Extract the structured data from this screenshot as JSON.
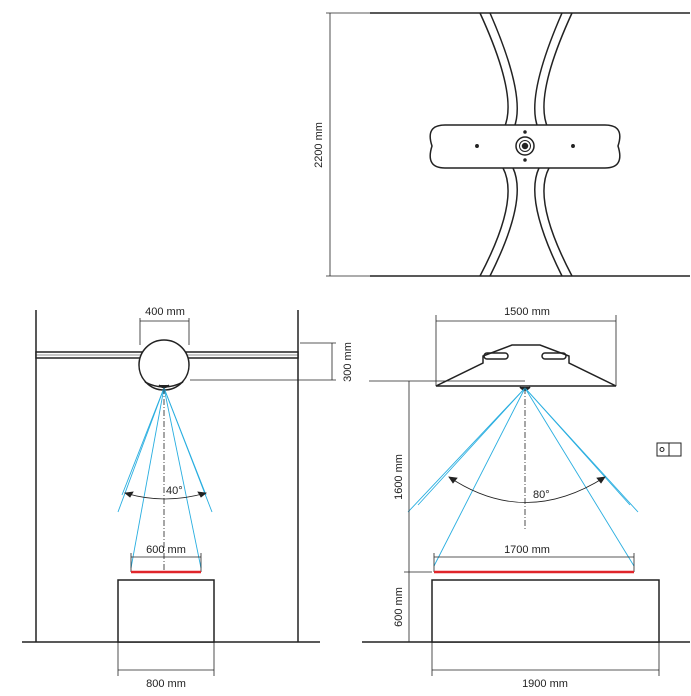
{
  "top_view": {
    "height_label": "2200 mm"
  },
  "front_view": {
    "width_label": "400 mm",
    "depth_label": "300 mm",
    "angle_label": "40°",
    "coverage_label": "600 mm",
    "table_label": "800 mm"
  },
  "side_view": {
    "width_label": "1500 mm",
    "height_label": "1600 mm",
    "angle_label": "80°",
    "coverage_label": "1700 mm",
    "table_height_label": "600 mm",
    "table_label": "1900 mm"
  },
  "colors": {
    "line": "#222222",
    "beam": "#29aee0",
    "coverage": "#e0262b",
    "background": "#ffffff"
  },
  "icons": {
    "side_icon": "device-icon"
  }
}
